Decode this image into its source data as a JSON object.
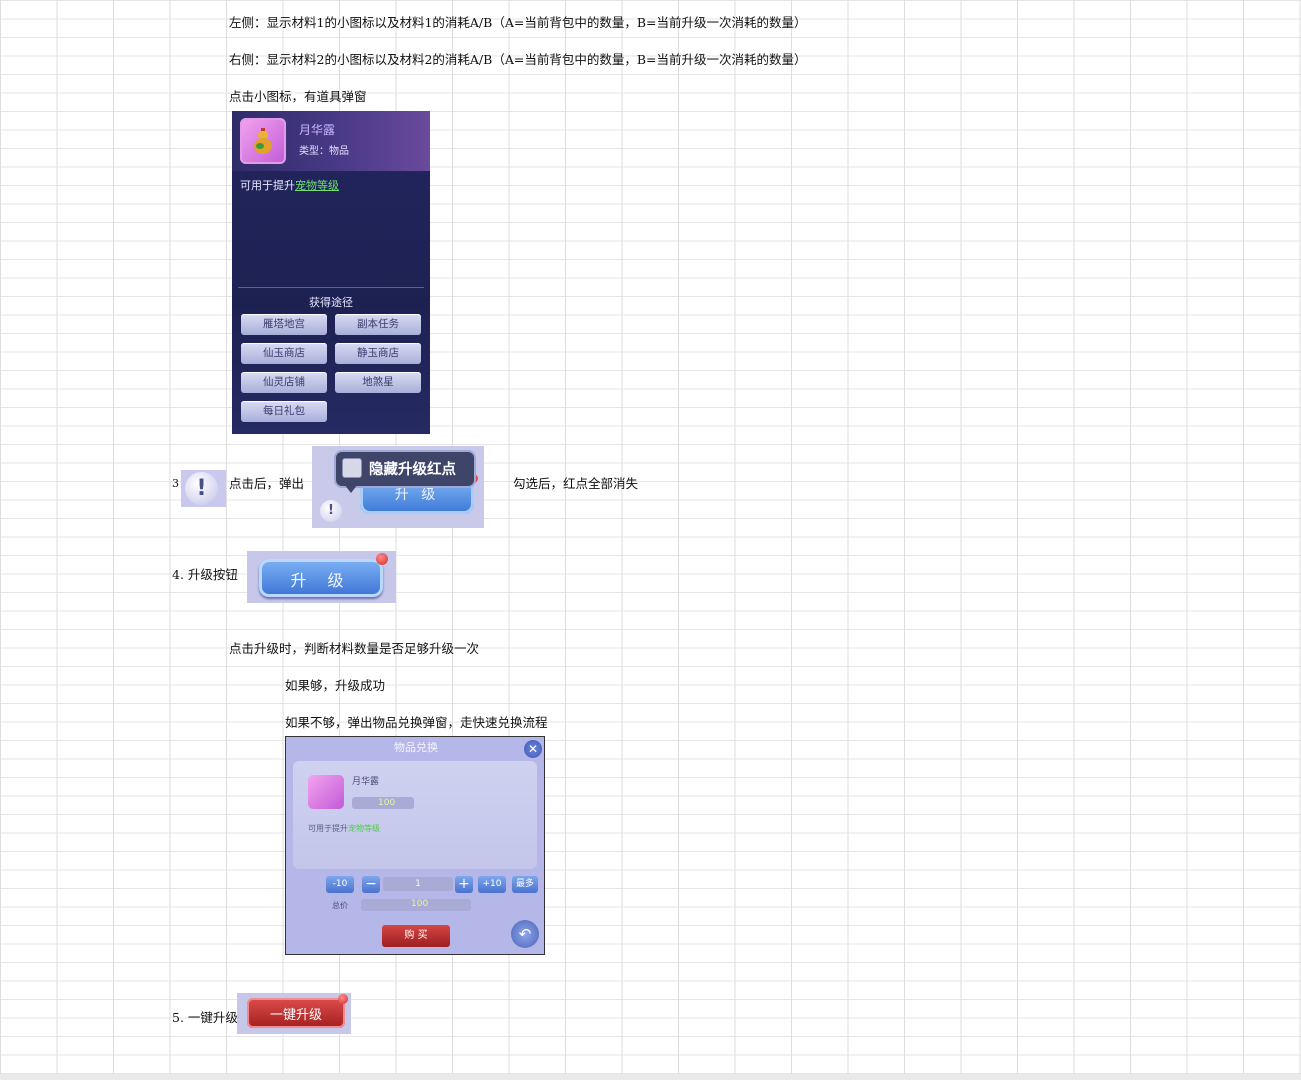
{
  "lines": {
    "left_side": "左侧：显示材料1的小图标以及材料1的消耗A/B（A=当前背包中的数量，B=当前升级一次消耗的数量）",
    "right_side": "右侧：显示材料2的小图标以及材料2的消耗A/B（A=当前背包中的数量，B=当前升级一次消耗的数量）",
    "click_icon": "点击小图标，有道具弹窗",
    "item3_number": "3",
    "item3_after_click": "点击后，弹出",
    "item3_result": "勾选后，红点全部消失",
    "item4_label": "4. 升级按钮",
    "upgrade_check": "点击升级时，判断材料数量是否足够升级一次",
    "if_enough": "如果够，升级成功",
    "if_not_enough": "如果不够，弹出物品兑换弹窗，走快速兑换流程",
    "item5_label": "5. 一键升级"
  },
  "tooltip": {
    "item_name": "月华露",
    "item_type": "类型：物品",
    "desc_prefix": "可用于提升",
    "desc_link": "宠物等级",
    "source_title": "获得途径",
    "sources": [
      "雁塔地宫",
      "副本任务",
      "仙玉商店",
      "静玉商店",
      "仙灵店铺",
      "地煞星",
      "每日礼包"
    ]
  },
  "popup3": {
    "checkbox_label": "隐藏升级红点",
    "button_label": "升 级",
    "exclaim": "!"
  },
  "upgrade_button": {
    "label": "升 级"
  },
  "exchange": {
    "title": "物品兑换",
    "item_name": "月华露",
    "unit_price": "100",
    "desc_prefix": "可用于提升",
    "desc_link": "宠物等级",
    "minus10": "-10",
    "quantity": "1",
    "plus10": "+10",
    "max": "最多",
    "total_label": "总价",
    "total_value": "100",
    "buy": "购 买"
  },
  "one_click_upgrade": {
    "label": "一键升级"
  },
  "colors": {
    "tooltip_bg": "#1d2152",
    "accent_green": "#6fe06f",
    "buy_red": "#c03030",
    "upgrade_blue": "#3b72d4"
  }
}
